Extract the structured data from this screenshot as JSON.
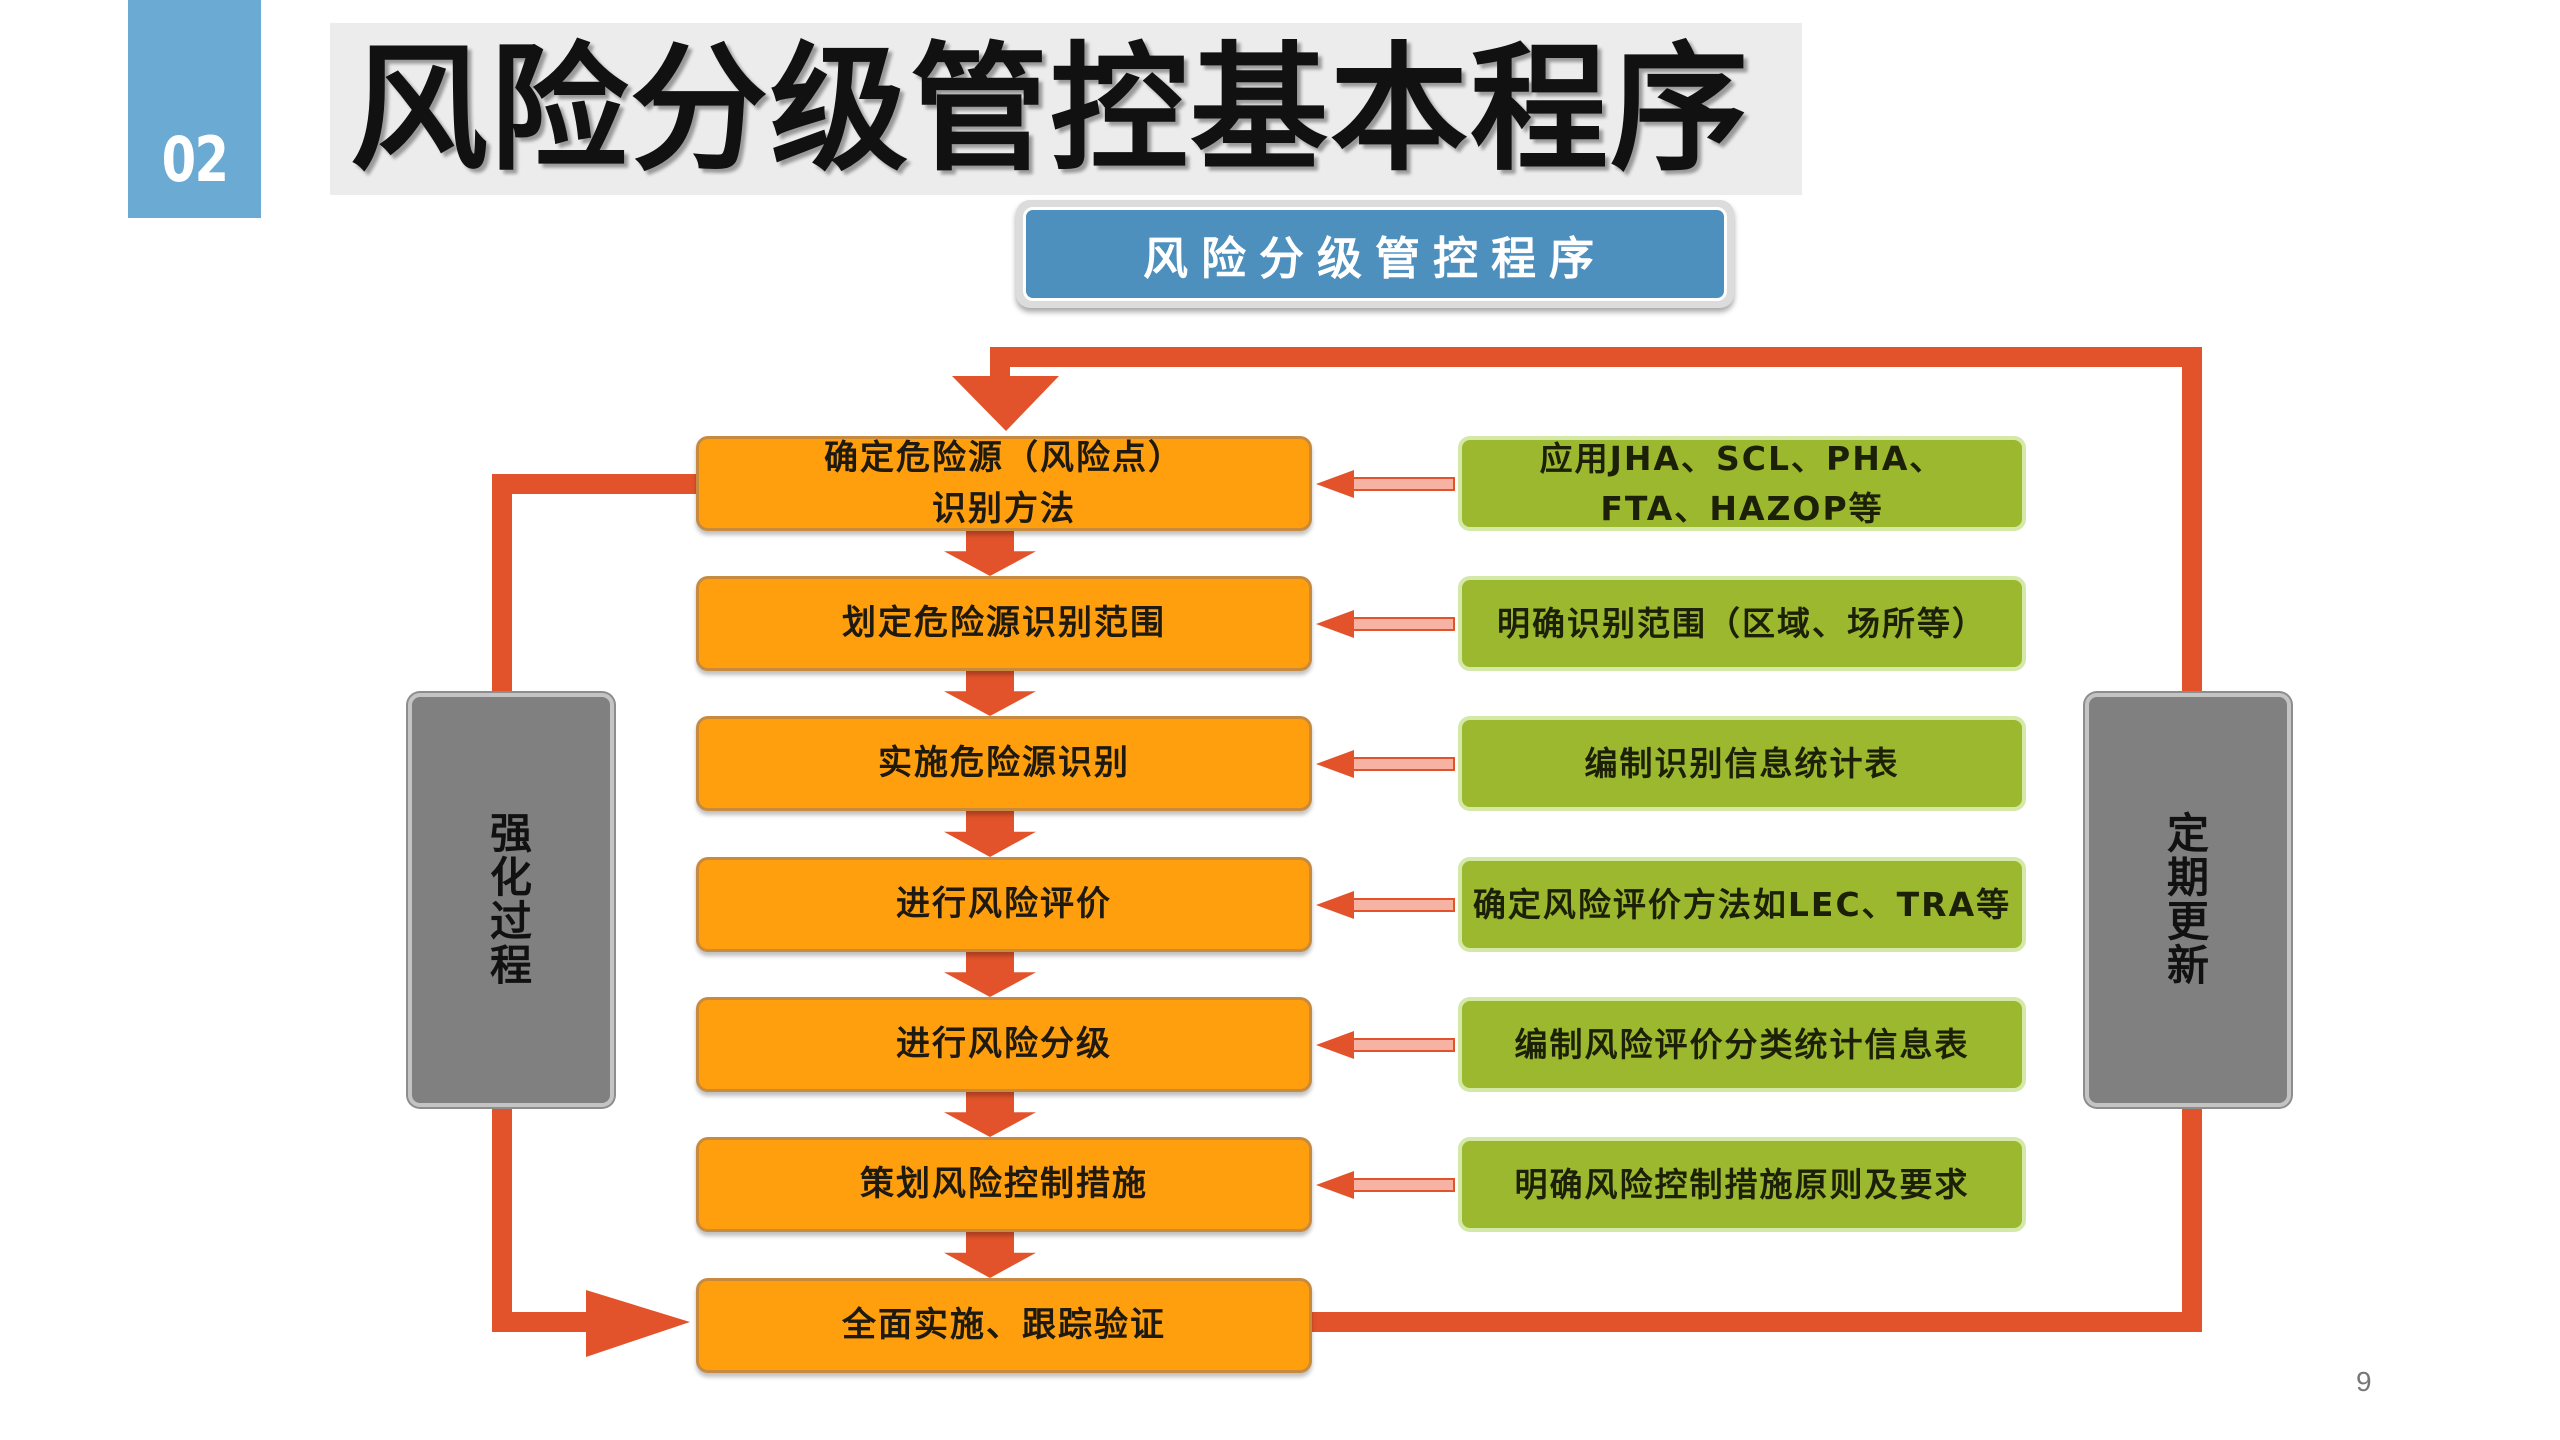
{
  "section": {
    "number": "02"
  },
  "title": "风险分级管控基本程序",
  "subtitle": "风险分级管控程序",
  "steps": [
    {
      "label": "确定危险源（风险点）识别方法"
    },
    {
      "label": "划定危险源识别范围"
    },
    {
      "label": "实施危险源识别"
    },
    {
      "label": "进行风险评价"
    },
    {
      "label": "进行风险分级"
    },
    {
      "label": "策划风险控制措施"
    },
    {
      "label": "全面实施、跟踪验证"
    }
  ],
  "notes": [
    {
      "label": "应用JHA、SCL、PHA、FTA、HAZOP等"
    },
    {
      "label": "明确识别范围（区域、场所等）"
    },
    {
      "label": "编制识别信息统计表"
    },
    {
      "label": "确定风险评价方法如LEC、TRA等"
    },
    {
      "label": "编制风险评价分类统计信息表"
    },
    {
      "label": "明确风险控制措施原则及要求"
    }
  ],
  "side_left": "强化过程",
  "side_right": "定期更新",
  "page_number": "9",
  "colors": {
    "loop_arrow": "#e2532b",
    "step_fill": "#ff9f0e",
    "note_fill": "#9cb82e",
    "side_fill": "#808080",
    "subtitle_fill": "#4d8fbd",
    "section_tab": "#6aaad3"
  }
}
